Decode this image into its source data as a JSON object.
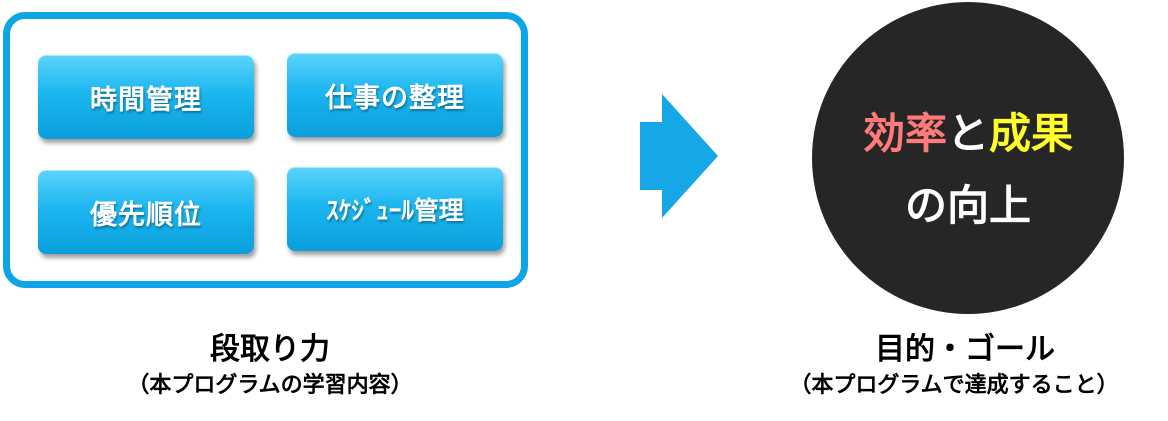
{
  "program": {
    "items": [
      "時間管理",
      "仕事の整理",
      "優先順位",
      "ｽｹｼﾞｭｰﾙ管理"
    ],
    "title": "段取り力",
    "subtitle": "（本プログラムの学習内容）"
  },
  "goal": {
    "highlight_1": "効率",
    "connector": "と",
    "highlight_2": "成果",
    "line2": "の向上",
    "title": "目的・ゴール",
    "subtitle": "（本プログラムで達成すること）"
  },
  "colors": {
    "frame": "#0ea5e6",
    "tile": "#1cb6f0",
    "arrow": "#16a8e6",
    "circle": "#262626",
    "highlight_1": "#ff7b7b",
    "highlight_2": "#ffff2a"
  },
  "icons": {
    "arrow": "right-arrow-icon"
  }
}
